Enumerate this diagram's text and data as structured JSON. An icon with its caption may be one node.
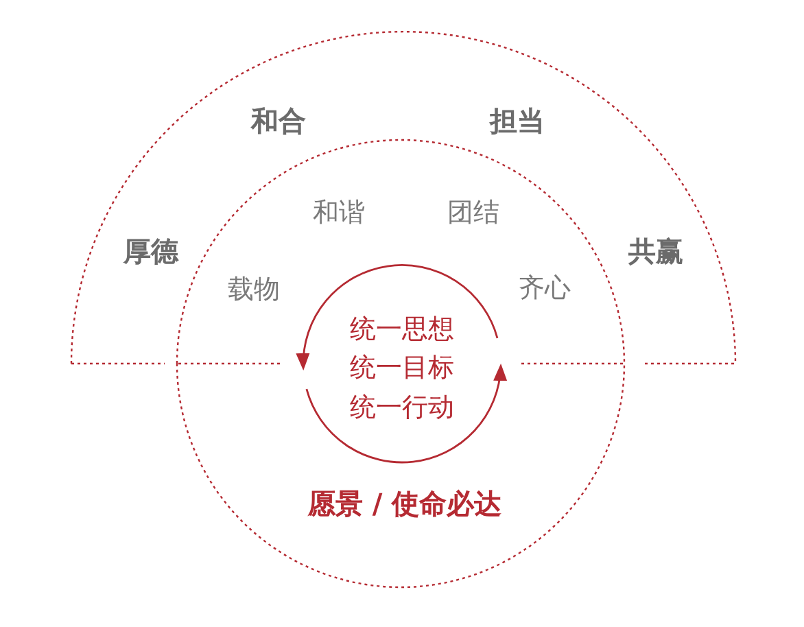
{
  "diagram": {
    "nodes": [
      {
        "text": [
          "厚德",
          "和合",
          "担当",
          "共赢"
        ]
      },
      {
        "text": [
          "载物",
          "和谐",
          "团结",
          "齐心"
        ],
        "in": 0
      },
      {
        "text": [
          "统一思想",
          "统一目标",
          "统一行动"
        ]
      },
      {
        "text": [
          "愿景 / 使命必达"
        ]
      }
    ]
  }
}
